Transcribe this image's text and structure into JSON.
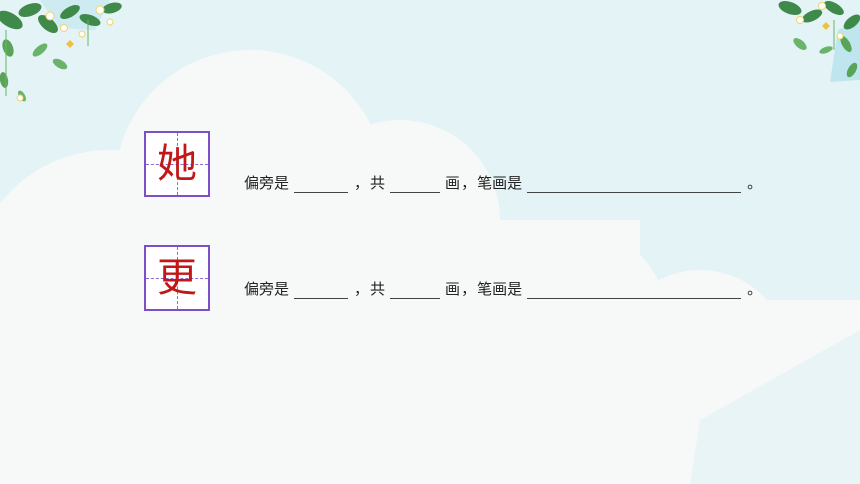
{
  "exercises": [
    {
      "character": "她",
      "label_radical": "偏旁是",
      "label_total": "共",
      "label_strokes_unit": "画",
      "label_order": "笔画是",
      "comma": "，",
      "end_mark": "。"
    },
    {
      "character": "更",
      "label_radical": "偏旁是",
      "label_total": "共",
      "label_strokes_unit": "画",
      "label_order": "笔画是",
      "comma": "，",
      "end_mark": "。"
    }
  ],
  "colors": {
    "character": "#c21717",
    "grid_border": "#7a4fc9",
    "background": "#e3f3f6",
    "cloud": "#f7f9f9",
    "leaf": "#3f8a4a"
  }
}
